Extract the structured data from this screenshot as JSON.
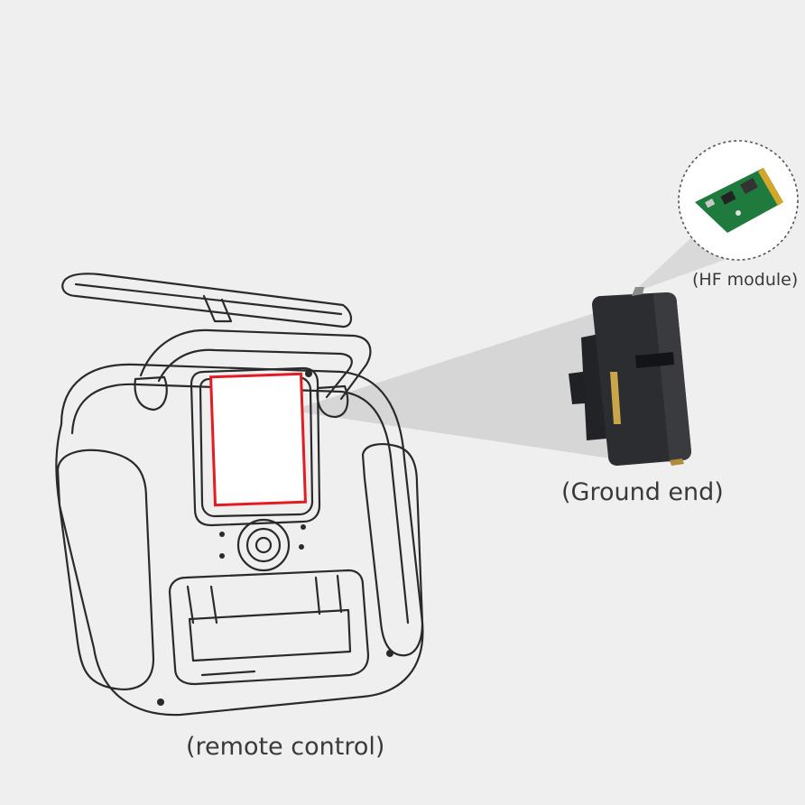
{
  "labels": {
    "remote_control": "(remote control)",
    "ground_end": "(Ground end)",
    "hf_module": "(HF module)"
  },
  "colors": {
    "background": "#efefef",
    "outline": "#2a2a2a",
    "highlight": "#e31b23",
    "beam": "#d3d3d3",
    "module_body": "#2c2d30",
    "pcb": "#1f7a3d"
  }
}
